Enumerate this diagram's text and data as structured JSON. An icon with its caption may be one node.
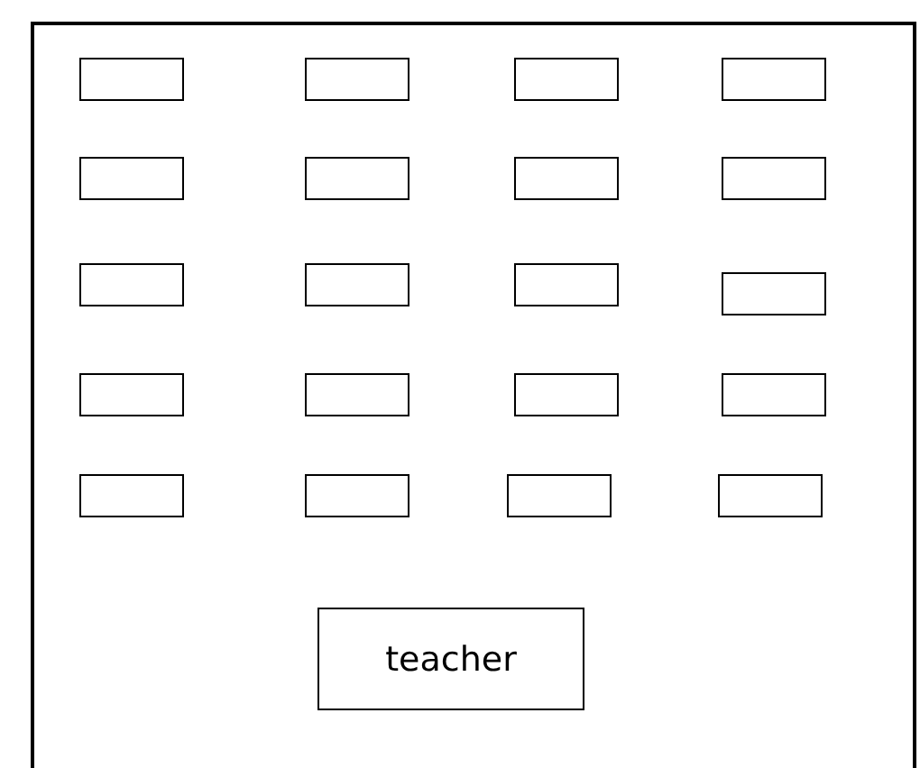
{
  "diagram": {
    "nodes": [
      {
        "text": [],
        "shape": "box"
      },
      {
        "text": [],
        "shape": "box",
        "in": 0
      },
      {
        "text": [],
        "shape": "box",
        "in": 0
      },
      {
        "text": [],
        "shape": "box",
        "in": 0
      },
      {
        "text": [],
        "shape": "box",
        "in": 0
      },
      {
        "text": [],
        "shape": "box",
        "in": 0
      },
      {
        "text": [],
        "shape": "box",
        "in": 0
      },
      {
        "text": [],
        "shape": "box",
        "in": 0
      },
      {
        "text": [],
        "shape": "box",
        "in": 0
      },
      {
        "text": [],
        "shape": "box",
        "in": 0
      },
      {
        "text": [],
        "shape": "box",
        "in": 0
      },
      {
        "text": [],
        "shape": "box",
        "in": 0
      },
      {
        "text": [],
        "shape": "box",
        "in": 0
      },
      {
        "text": [],
        "shape": "box",
        "in": 0
      },
      {
        "text": [],
        "shape": "box",
        "in": 0
      },
      {
        "text": [],
        "shape": "box",
        "in": 0
      },
      {
        "text": [],
        "shape": "box",
        "in": 0
      },
      {
        "text": [],
        "shape": "box",
        "in": 0
      },
      {
        "text": [],
        "shape": "box",
        "in": 0
      },
      {
        "text": [],
        "shape": "box",
        "in": 0
      },
      {
        "text": [],
        "shape": "box",
        "in": 0
      },
      {
        "text": [
          "teacher"
        ],
        "in": 0
      }
    ]
  }
}
